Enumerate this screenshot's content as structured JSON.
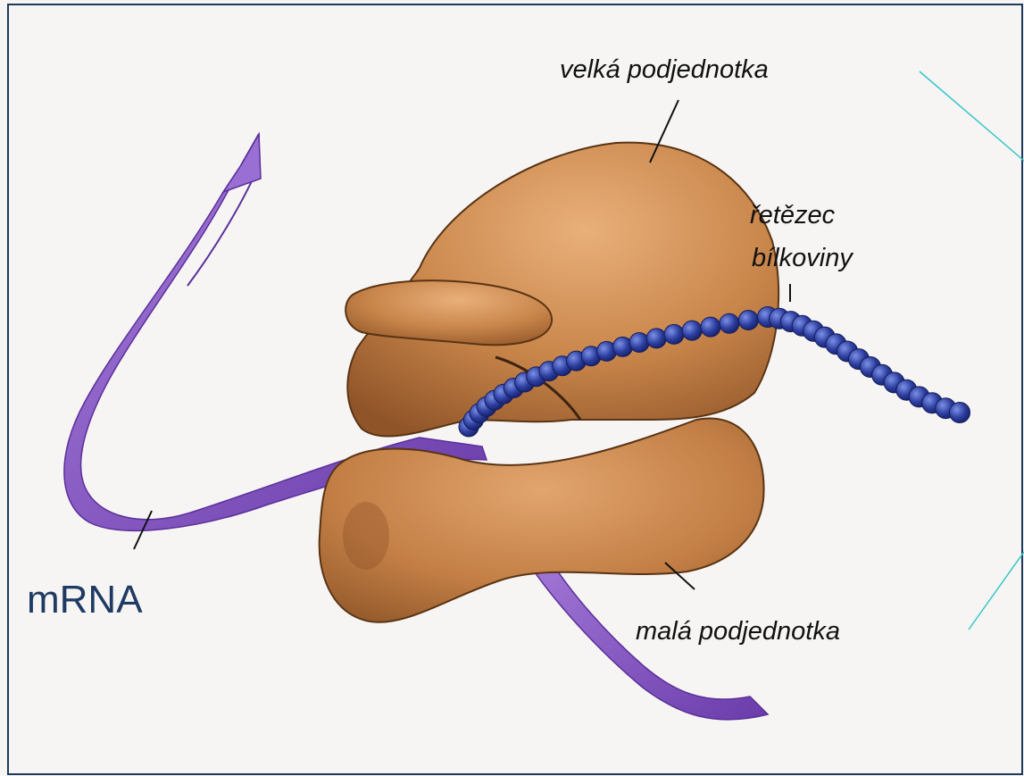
{
  "labels": {
    "large_subunit": "velká podjednotka",
    "protein_chain_line1": "řetězec",
    "protein_chain_line2": "bílkoviny",
    "mrna": "mRNA",
    "small_subunit": "malá podjednotka"
  },
  "colors": {
    "background": "#f6f5f3",
    "frame": "#1d3a5c",
    "subunit": "#c8854a",
    "subunit_shadow": "#8f5428",
    "subunit_highlight": "#e7ad77",
    "mrna_ribbon": "#8d5ec8",
    "mrna_ribbon_dark": "#5b2f9a",
    "protein_bead": "#2c3d9e",
    "protein_bead_highlight": "#6f86e0",
    "callout_line": "#37c5c7",
    "mrna_label": "#1f3b63"
  }
}
